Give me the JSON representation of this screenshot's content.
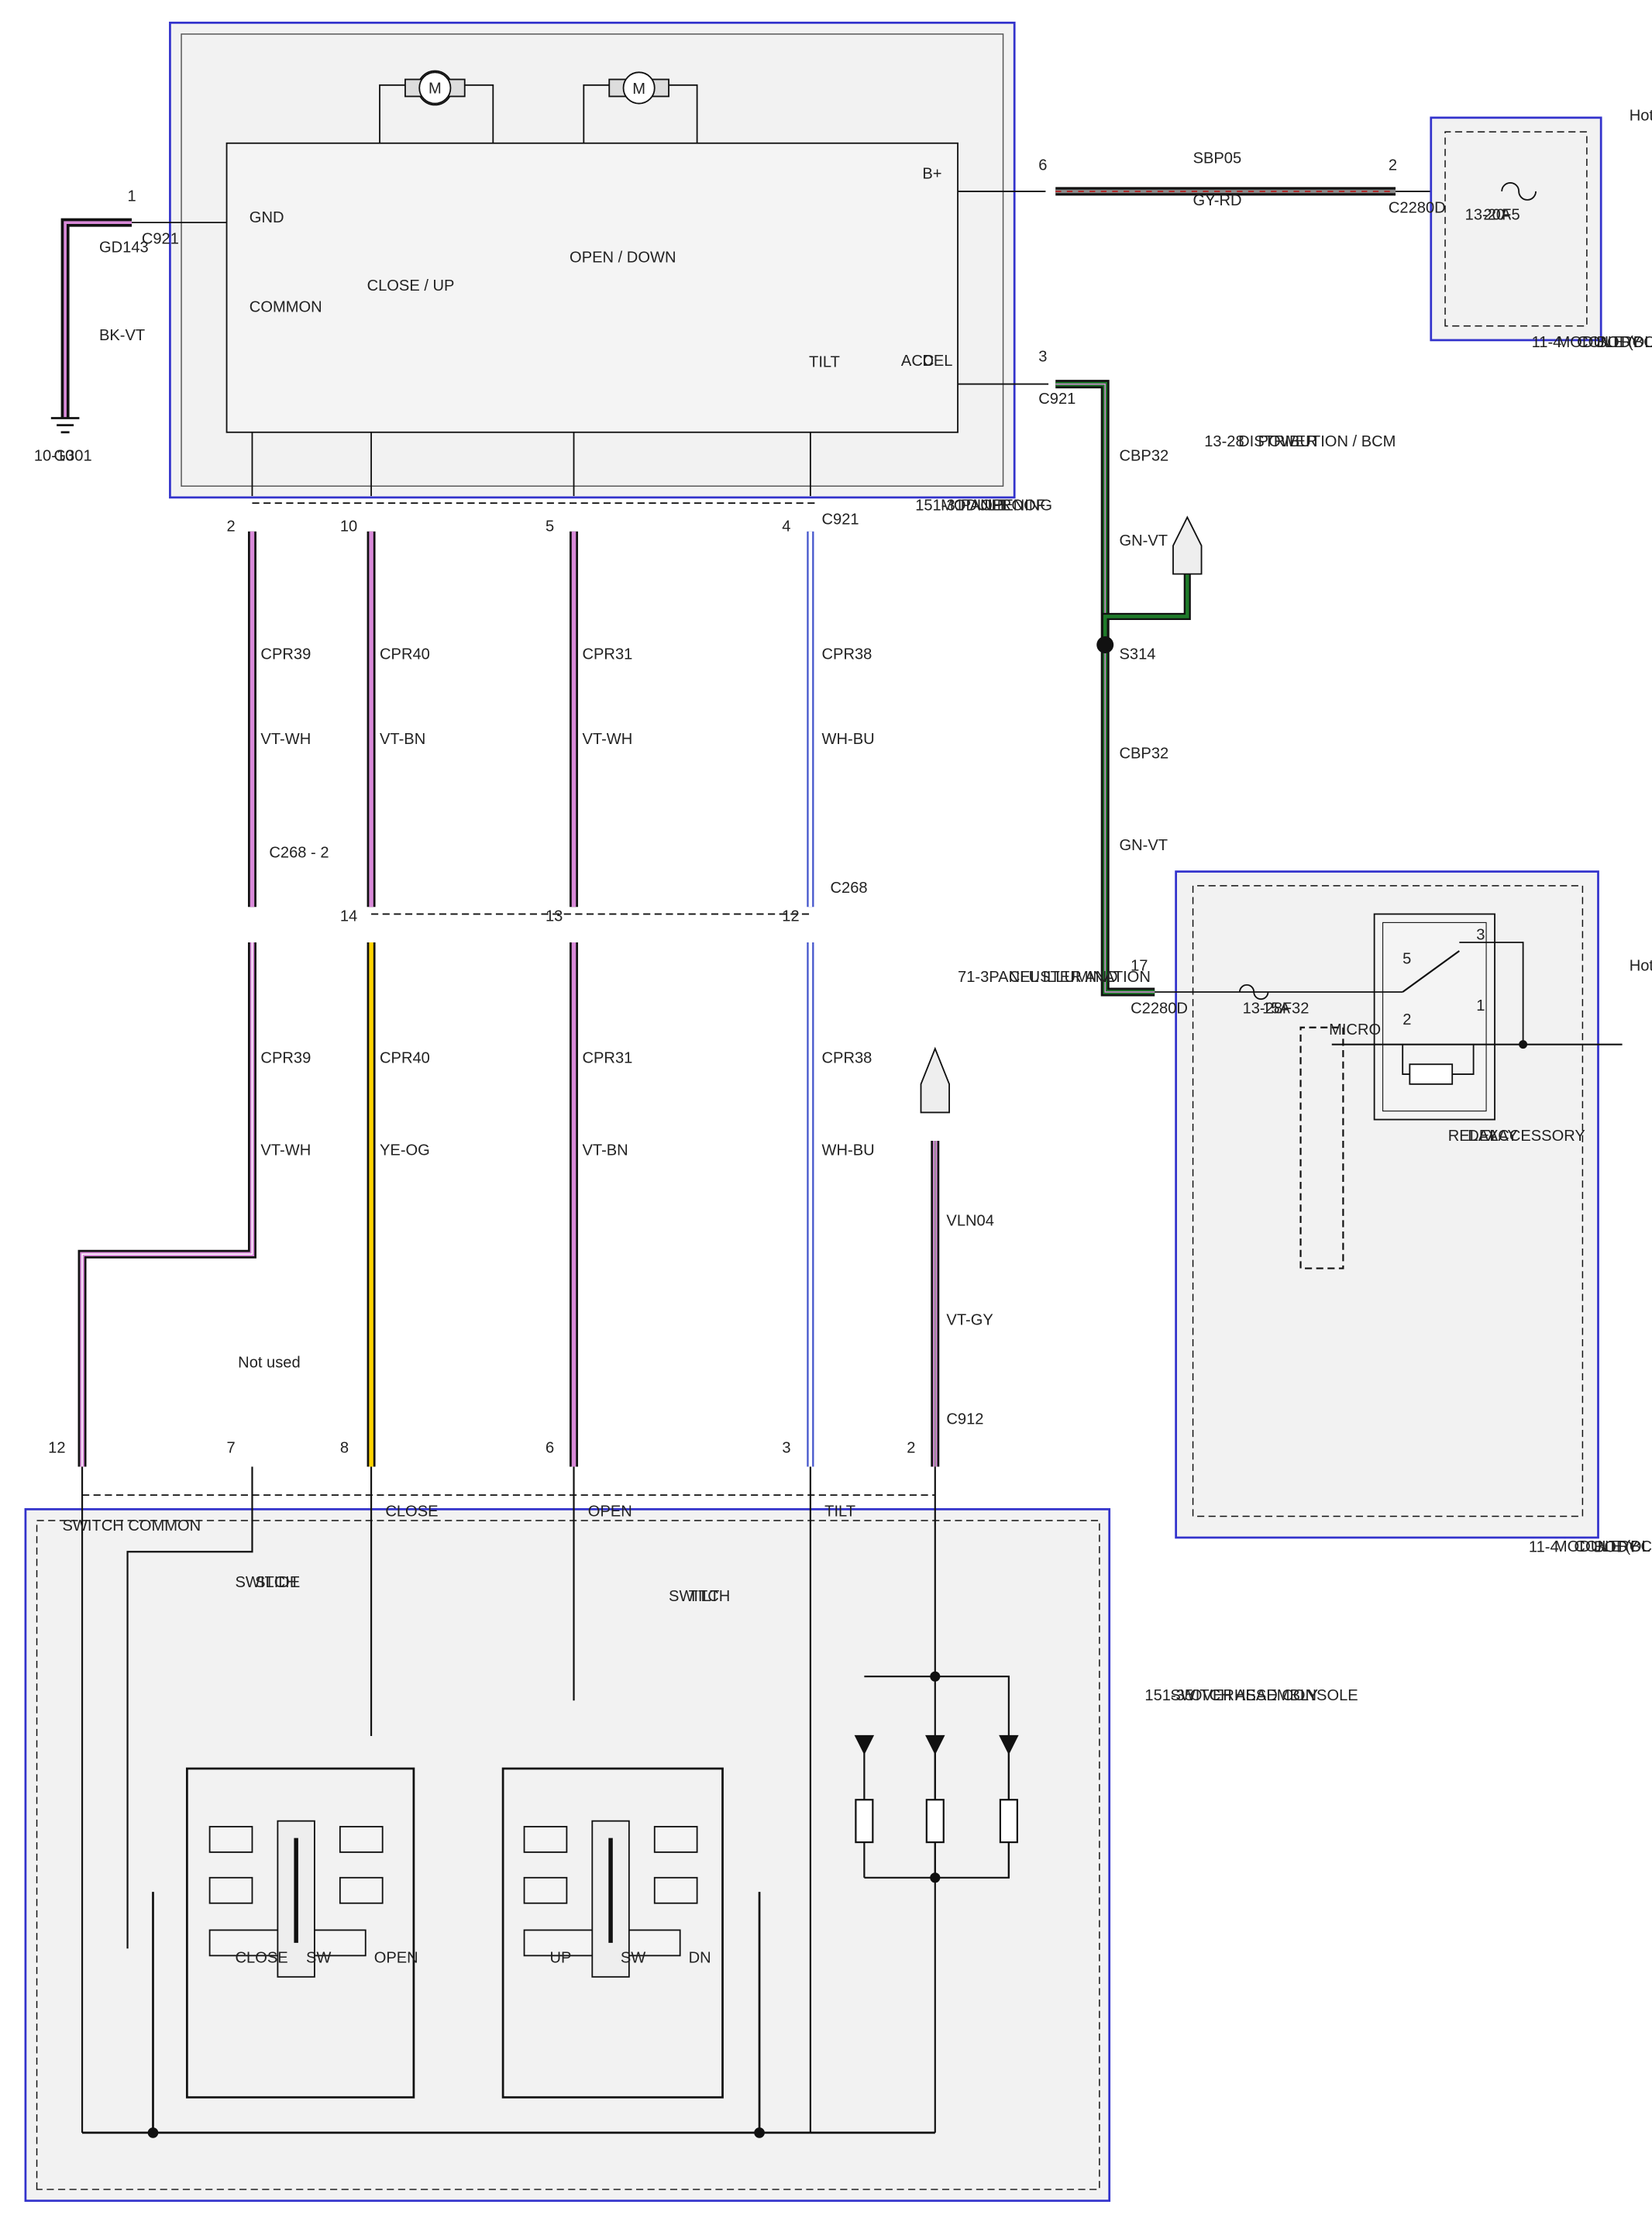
{
  "colors": {
    "box_fill": "#f2f2f2",
    "box_border": "#3333cc",
    "line": "#111111",
    "violet": "#d98ad9",
    "yellow": "#ffd400",
    "white": "#ffffff",
    "blue": "#4455cc",
    "green": "#1f7a2a",
    "gray": "#8a8a8a",
    "red": "#b22222",
    "black": "#111111"
  },
  "roof_module": {
    "title": [
      "ROOF",
      "OPENING",
      "PANEL",
      "MODULE"
    ],
    "ref": "151-31",
    "pins": {
      "gnd": "GND",
      "common": "COMMON",
      "close_up": "CLOSE / UP",
      "open_down": "OPEN / DOWN",
      "tilt": "TILT",
      "del_acc": [
        "DEL",
        "ACC"
      ],
      "b_plus": "B+"
    },
    "motor_label": "M"
  },
  "ground": {
    "pin": "1",
    "connector": "C921",
    "circuit": "GD143",
    "color": "BK-VT",
    "ground_id": "G301",
    "ground_ref": "10-10"
  },
  "bcm_top": {
    "title": [
      "BODY",
      "CONTROL",
      "MODULE (BCM)"
    ],
    "ref": "11-4",
    "hot": "Hot at all times",
    "fuse": [
      "F5",
      "20A",
      "13-20"
    ],
    "pin": "2",
    "connector": "C2280D"
  },
  "bplus_wire": {
    "pin": "6",
    "circuit": "SBP05",
    "color": "GY-RD"
  },
  "delacc_wire": {
    "pin": "3",
    "connector": "C921",
    "circuit": "CBP32",
    "color": "GN-VT",
    "splice": "S314"
  },
  "power_dist": {
    "label": [
      "POWER",
      "DISTRIBUTION / BCM"
    ],
    "ref": "13-28"
  },
  "bcm_bottom": {
    "title": [
      "BODY",
      "CONTROL",
      "MODULE (BCM)"
    ],
    "ref": "11-4",
    "hot": "Hot at all times",
    "relay": [
      "ACCESSORY",
      "DELAY",
      "RELAY"
    ],
    "micro": "MICRO",
    "fuse": [
      "F32",
      "15A",
      "13-28"
    ],
    "pin": "17",
    "connector": "C2280D",
    "relay_pins": [
      "3",
      "5",
      "1",
      "2"
    ]
  },
  "harness": {
    "upper_connector": "C921",
    "mid_connector": "C268",
    "mid_connector_dash": "C268  -  2",
    "wires": [
      {
        "upper_pin": "2",
        "circuit": "CPR39",
        "color": "VT-WH",
        "mid_pin": "2",
        "lower_circuit": "CPR39",
        "lower_color": "VT-WH",
        "console_pin": "12"
      },
      {
        "upper_pin": "10",
        "circuit": "CPR40",
        "color": "VT-BN",
        "mid_pin": "14",
        "lower_circuit": "CPR40",
        "lower_color": "YE-OG",
        "console_pin": "8"
      },
      {
        "upper_pin": "5",
        "circuit": "CPR31",
        "color": "VT-WH",
        "mid_pin": "13",
        "lower_circuit": "CPR31",
        "lower_color": "VT-BN",
        "console_pin": "6"
      },
      {
        "upper_pin": "4",
        "circuit": "CPR38",
        "color": "WH-BU",
        "mid_pin": "12",
        "lower_circuit": "CPR38",
        "lower_color": "WH-BU",
        "console_pin": "3"
      }
    ]
  },
  "illumination": {
    "label": [
      "CLUSTER AND",
      "PANEL ILLUMINATION"
    ],
    "ref": "71-3",
    "circuit": "VLN04",
    "color": "VT-GY",
    "connector": "C912",
    "pin": "2"
  },
  "not_used": {
    "label": "Not used",
    "pin": "7"
  },
  "console": {
    "title": [
      "OVERHEAD CONSOLE",
      "SWITCH ASSEMBLY"
    ],
    "ref": "151-35",
    "labels": {
      "switch_common": "SWITCH COMMON",
      "slide_switch": [
        "SLIDE",
        "SWITCH"
      ],
      "tilt_switch": [
        "TILT",
        "SWITCH"
      ],
      "close": "CLOSE",
      "open": "OPEN",
      "tilt": "TILT"
    },
    "tilt_switch_pos": [
      "UP",
      "SW",
      "DN"
    ],
    "slide_switch_pos": [
      "CLOSE",
      "SW",
      "OPEN"
    ]
  }
}
